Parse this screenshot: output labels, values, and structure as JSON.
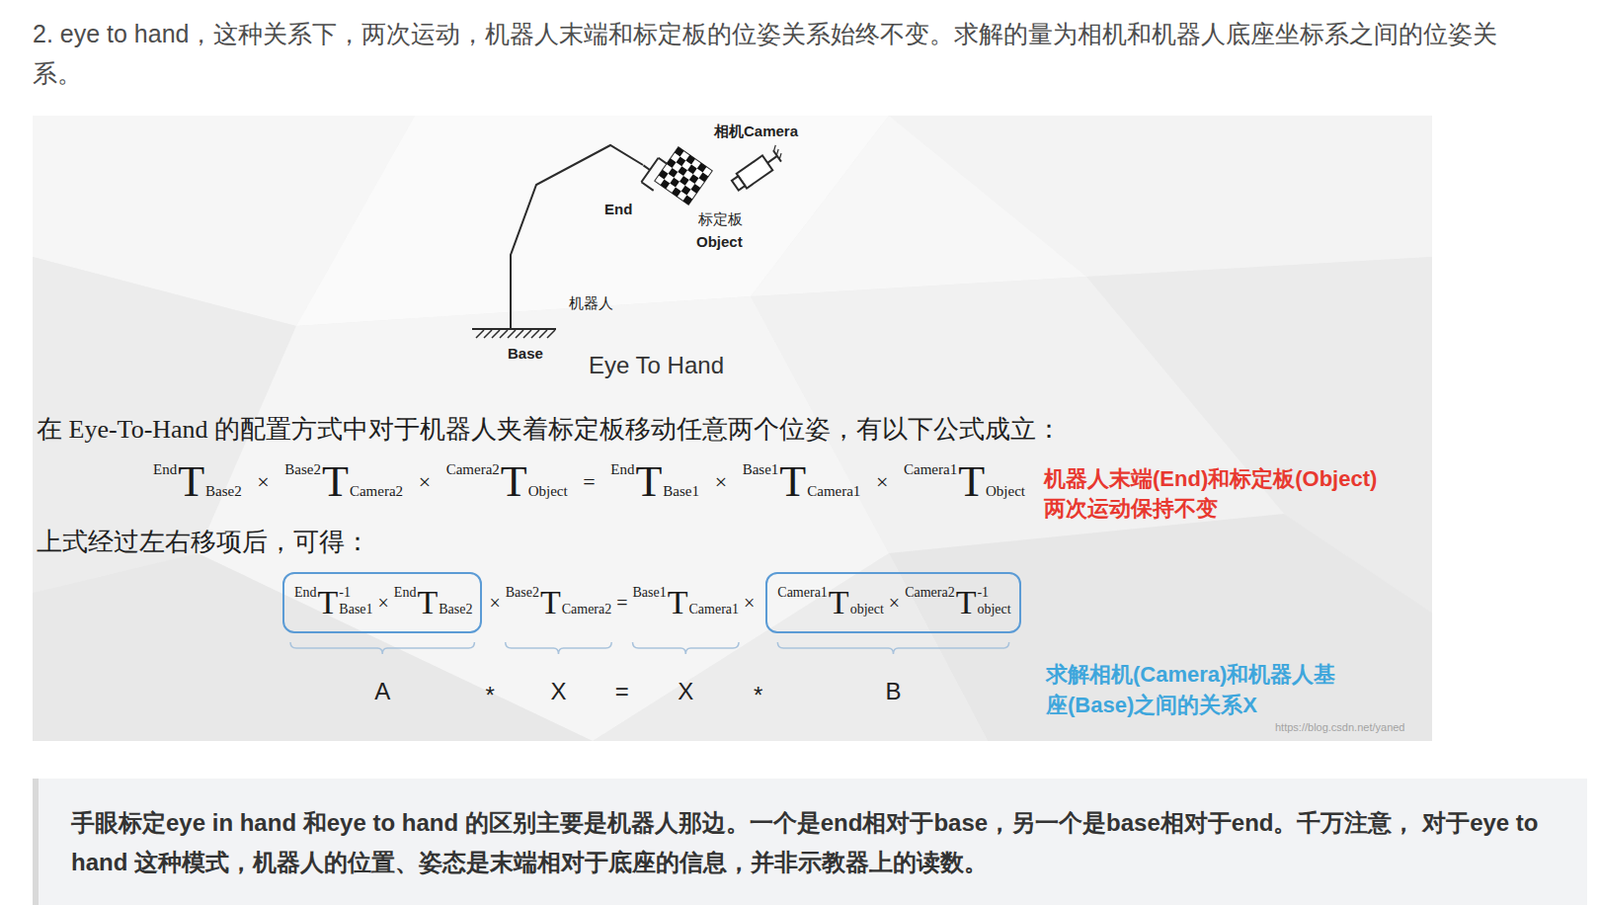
{
  "diagram": {
    "nodes": [
      {
        "text": [
          "End",
          "T",
          "Base1",
          "-1",
          "×",
          "End",
          "T",
          "Base2"
        ]
      },
      {
        "text": [
          "Camera1",
          "T",
          "object",
          "×",
          "Camera2",
          "T",
          "object",
          "-1"
        ]
      },
      {
        "text": [
          "手眼标定eye in hand 和eye to hand 的区别主要是机器人那边。一个是end相对于base，另一个是base相对于end。千万注意， 对于eye to hand 这种模式，机器人的位置、姿态是末端相对于底座的信息，并非示教器上的读数。"
        ]
      }
    ],
    "labels": [
      "2. eye to hand，这种关系下，两次运动，机器人末端和标定板的位姿关系始终不变。求解的量为相机和机器人底座坐标系之间的位姿关 系。",
      "相机Camera",
      "End",
      "标定板",
      "Object",
      "机器人",
      "Base",
      "Eye To Hand",
      "在 Eye-To-Hand 的配置方式中对于机器人夹着标定板移动任意两个位姿，有以下公式成立：",
      "End",
      "T",
      "Base2",
      "×",
      "Base2",
      "T",
      "Camera2",
      "×",
      "Camera2",
      "T",
      "Object",
      "=",
      "End",
      "T",
      "Base1",
      "×",
      "Base1",
      "T",
      "Camera1",
      "×",
      "Camera1",
      "T",
      "Object",
      "机器人末端(End)和标定板(Object) 两次运动保持不变",
      "上式经过左右移项后，可得：",
      "×",
      "Base2",
      "T",
      "Camera2",
      "=",
      "Base1",
      "T",
      "Camera1",
      "×",
      "A",
      "*",
      "X",
      "=",
      "X",
      "*",
      "B",
      "求解相机(Camera)和机器人基 座(Base)之间的关系X",
      "https://blog.csdn.net/yaned"
    ]
  }
}
